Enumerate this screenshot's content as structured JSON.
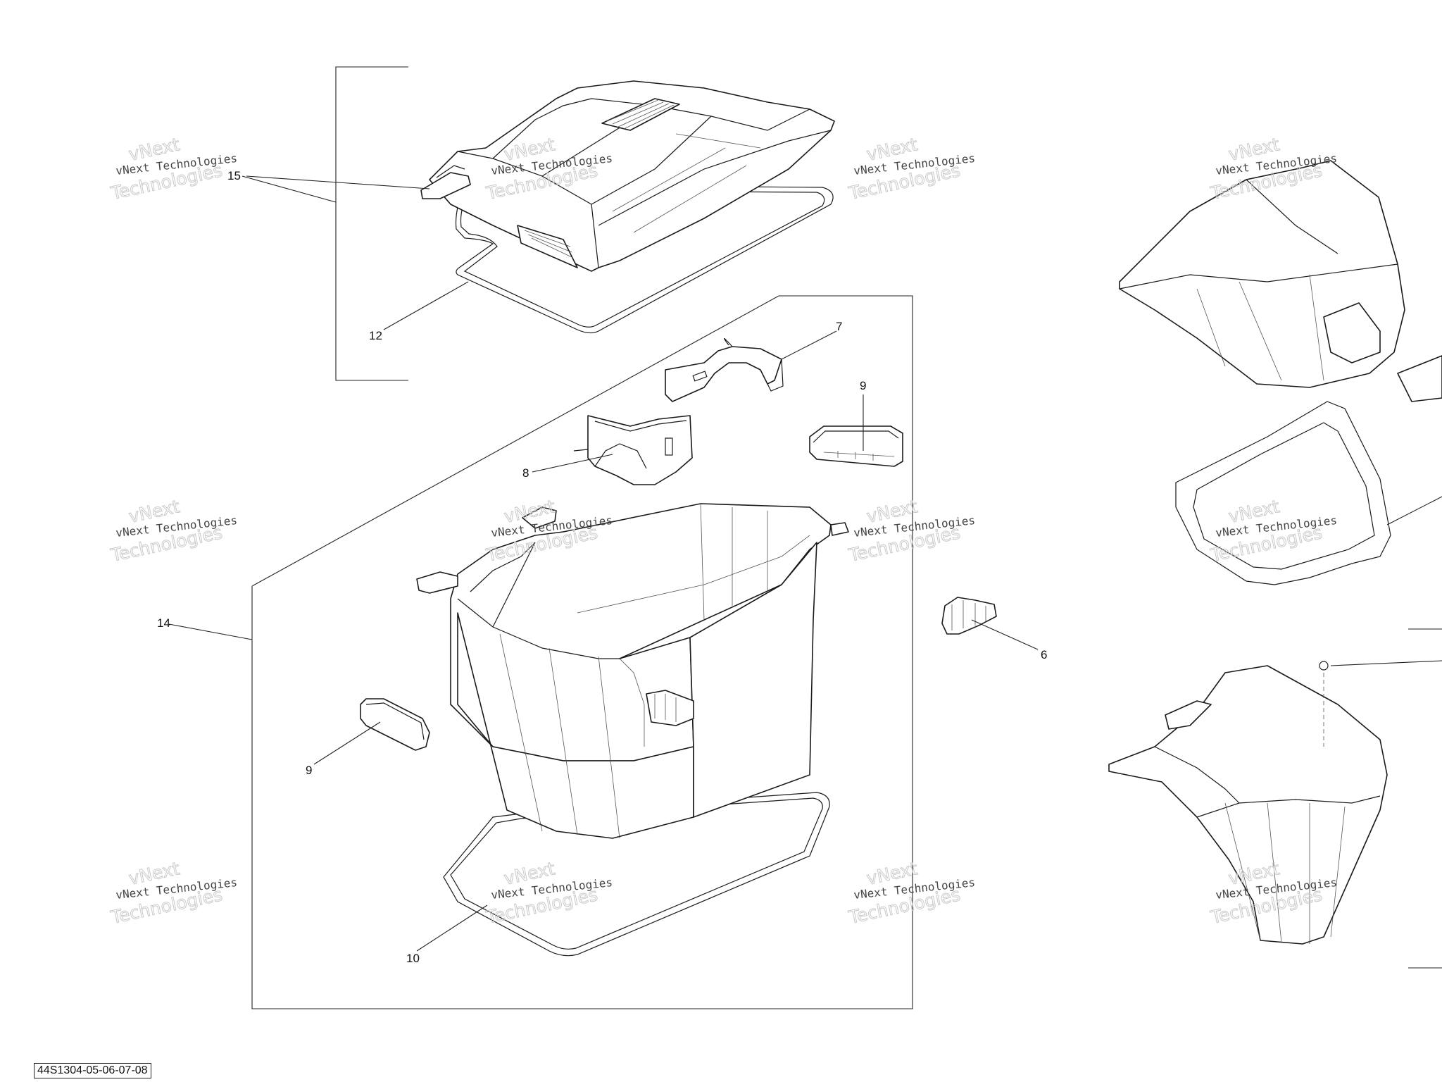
{
  "diagram": {
    "reference_code": "44S1304-05-06-07-08",
    "watermark": {
      "line1": "vNext",
      "line2": "vNext Technologies",
      "line3": "Technologies"
    },
    "callouts": {
      "c15": "15",
      "c12": "12",
      "c7": "7",
      "c9_top": "9",
      "c8": "8",
      "c14": "14",
      "c6": "6",
      "c9_bottom": "9",
      "c10": "10"
    }
  }
}
